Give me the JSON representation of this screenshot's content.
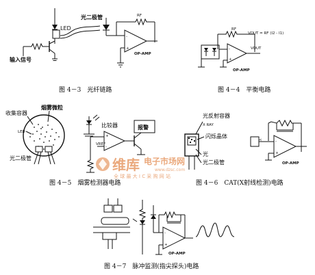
{
  "fig43": {
    "caption": "图 4－3　光纤链路",
    "label_fiber_diode": "光二极管",
    "label_led": "LED",
    "label_input": "输入信号",
    "label_rf": "RF",
    "label_opamp": "OP-AMP"
  },
  "fig44": {
    "caption": "图 4－4　平衡电路",
    "label_rf": "RF",
    "label_formula": "VOUT = RF (I2 - I1)",
    "label_vout": "VOUT",
    "label_opamp": "OP-AMP"
  },
  "fig45": {
    "caption": "图 4－5　烟雾检测器电路",
    "label_container": "收集容器",
    "label_smoke": "烟雾微粒",
    "label_led": "LED",
    "label_diode": "光二极管",
    "label_comparator": "比较器",
    "label_alarm": "报警",
    "label_vref": "VREF"
  },
  "fig46": {
    "caption": "图 4－6　CAT(X射线检测)电路",
    "label_reflector": "光反射容器",
    "label_xray": "X RAY",
    "label_crystal": "闪烁晶体",
    "label_light": "光",
    "label_diode": "光二极管",
    "label_opamp": "OP-AMP"
  },
  "fig47": {
    "caption": "图 4－7　脉冲监测(指尖探头)电路",
    "label_opamp": "OP-AMP"
  },
  "watermark": {
    "brand": "维库",
    "brand_sub": "电子市场网",
    "url": "www.dzsc.com",
    "slogan": "全 球 最 大 I C 采 购 网 站"
  }
}
